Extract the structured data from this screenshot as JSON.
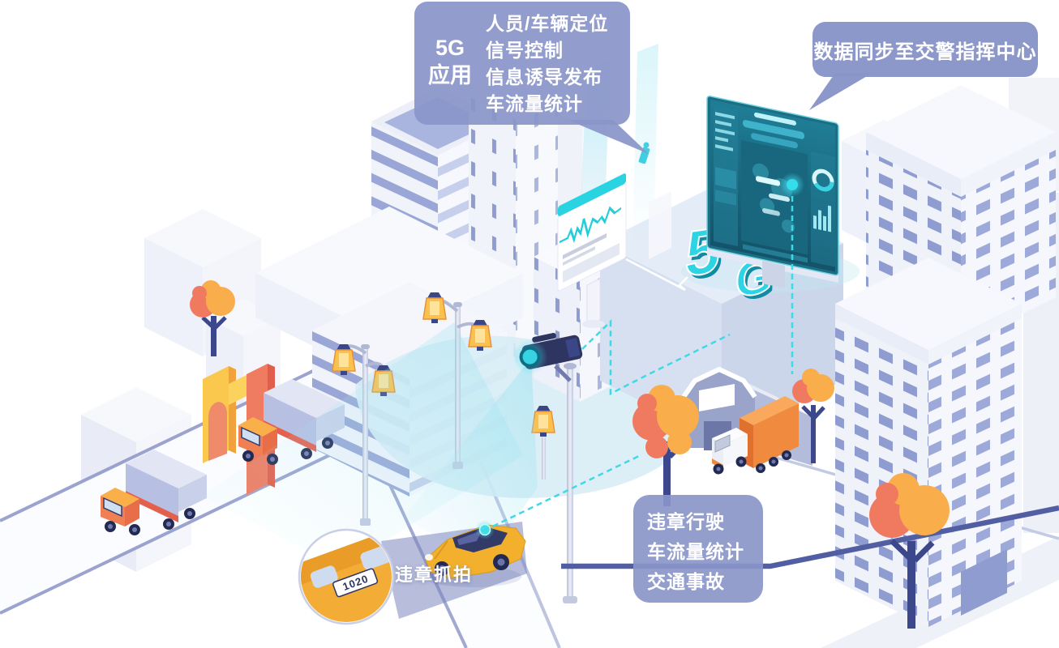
{
  "app_callout": {
    "title_line1": "5G",
    "title_line2": "应用",
    "items": [
      "人员/车辆定位",
      "信号控制",
      "信息诱导发布",
      "车流量统计"
    ]
  },
  "sync_callout": {
    "label": "数据同步至交警指挥中心"
  },
  "violation_callout": {
    "items": [
      "违章行驶",
      "车流量统计",
      "交通事故"
    ]
  },
  "capture": {
    "label": "违章抓拍",
    "plate": "1020"
  },
  "sign": {
    "char_1": "5",
    "char_2": "G"
  },
  "colors": {
    "callout_bg": "#8a96c9",
    "accent_cyan": "#35d4e4",
    "window_blue": "#8f9cd0",
    "orange": "#f8a53c",
    "coral": "#ee7a5f",
    "navy": "#2e3560"
  }
}
